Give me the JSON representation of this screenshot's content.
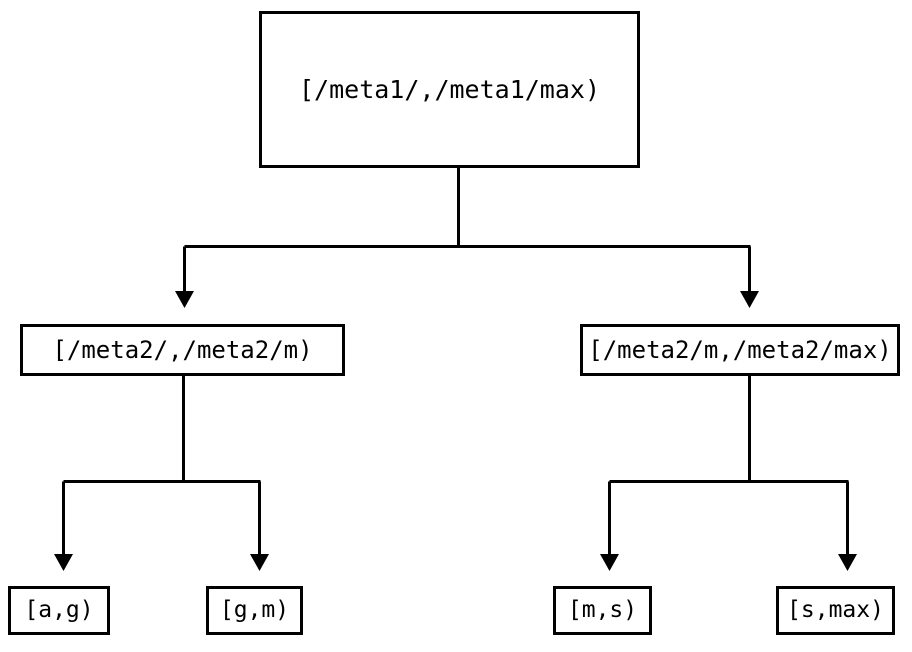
{
  "diagram": {
    "type": "tree",
    "orientation": "top-down",
    "background_color": "#ffffff",
    "stroke_color": "#000000",
    "nodes": {
      "root": {
        "label": "[/meta1/,/meta1/max)",
        "level": 0
      },
      "mid_left": {
        "label": "[/meta2/,/meta2/m)",
        "level": 1
      },
      "mid_right": {
        "label": "[/meta2/m,/meta2/max)",
        "level": 1
      },
      "leaf_ag": {
        "label": "[a,g)",
        "level": 2
      },
      "leaf_gm": {
        "label": "[g,m)",
        "level": 2
      },
      "leaf_ms": {
        "label": "[m,s)",
        "level": 2
      },
      "leaf_smax": {
        "label": "[s,max)",
        "level": 2
      }
    },
    "edges": [
      {
        "from": "root",
        "to": "mid_left",
        "arrow": "triangle-down"
      },
      {
        "from": "root",
        "to": "mid_right",
        "arrow": "triangle-down"
      },
      {
        "from": "mid_left",
        "to": "leaf_ag",
        "arrow": "triangle-down"
      },
      {
        "from": "mid_left",
        "to": "leaf_gm",
        "arrow": "triangle-down"
      },
      {
        "from": "mid_right",
        "to": "leaf_ms",
        "arrow": "triangle-down"
      },
      {
        "from": "mid_right",
        "to": "leaf_smax",
        "arrow": "triangle-down"
      }
    ]
  }
}
